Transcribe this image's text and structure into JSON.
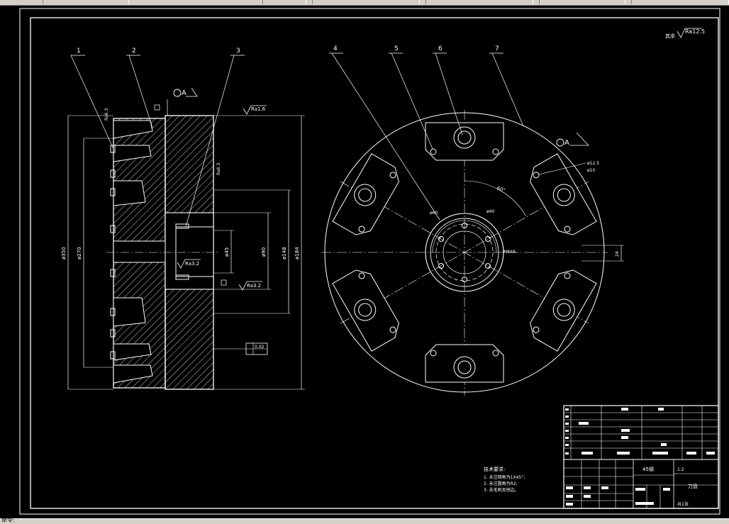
{
  "window": {
    "status_text": "命令:"
  },
  "drawing": {
    "roughness_overall": "其余",
    "roughness_overall_value": "Ra12.5",
    "roughness_top": "Ra6.3",
    "roughness_face": "Ra1.6",
    "roughness_bore": "Ra3.2",
    "roughness_bottom": "Ra3.2",
    "roughness_side": "Ra6.3",
    "datum_letter": "A",
    "flatness_value": "0.02",
    "balloons": [
      "1",
      "2",
      "3",
      "4",
      "5",
      "6",
      "7"
    ],
    "dim_outer": "ø350",
    "dim_bolt_circle": "ø270",
    "dim_bore_small": "ø45",
    "dim_bore_mid": "ø90",
    "dim_bore_large": "ø148",
    "dim_hub": "ø184",
    "dim_hole_a": "ø60",
    "dim_hole_b": "ø40",
    "dim_pitch_a": "ø12.5",
    "dim_pitch_b": "ø10",
    "dim_angle": "60°",
    "dim_thread": "M8X6",
    "dim_width": "24",
    "tech_title": "技术要求:",
    "tech_notes": [
      "1. 未注倒角为1X45°;",
      "2. 未注圆角为R2;",
      "3. 去毛刺及锐边。"
    ],
    "title_block": {
      "part_name": "刀盘",
      "material": "45钢",
      "scale": "1:2",
      "sheet": "共1张"
    }
  }
}
